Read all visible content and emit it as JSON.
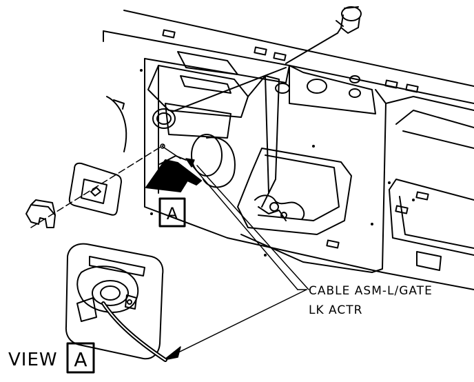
{
  "callout": {
    "line1": "CABLE ASM-L/GATE",
    "line2": "LK ACTR"
  },
  "view_marker": {
    "letter": "A"
  },
  "view_label": {
    "word": "VIEW",
    "letter": "A"
  },
  "colors": {
    "ink": "#000000",
    "paper": "#ffffff"
  }
}
